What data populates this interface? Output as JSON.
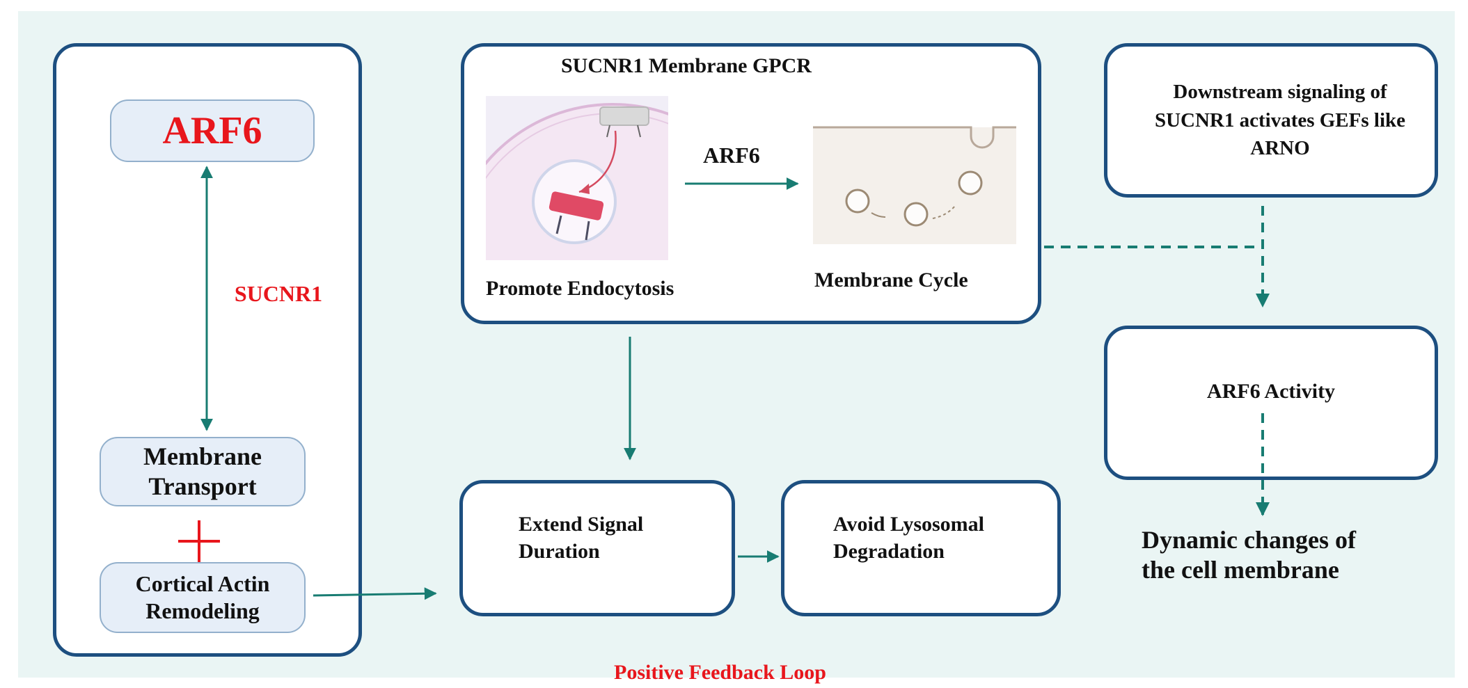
{
  "left_panel": {
    "arf6_label": "ARF6",
    "sucnr1_label": "SUCNR1",
    "membrane_transport_label": "Membrane Transport",
    "plus_symbol": "+",
    "cortical_actin_label": "Cortical Actin Remodeling"
  },
  "gpcr_panel": {
    "title": "SUCNR1 Membrane GPCR",
    "arrow_label": "ARF6",
    "endocytosis_caption": "Promote Endocytosis",
    "membrane_cycle_caption": "Membrane Cycle"
  },
  "downstream_box": {
    "text": "Downstream signaling of SUCNR1 activates GEFs like ARNO"
  },
  "arf6_activity_box": {
    "text": "ARF6 Activity"
  },
  "outcome_text": "Dynamic changes of the cell membrane",
  "extend_signal_box": {
    "text": "Extend Signal Duration"
  },
  "avoid_lysosomal_box": {
    "text": "Avoid Lysosomal Degradation"
  },
  "feedback_label": "Positive Feedback Loop",
  "colors": {
    "box_border": "#1d4f80",
    "arrow_teal": "#187c72",
    "accent_red": "#e8161c",
    "background": "#eaf5f4",
    "pill_fill": "#e6eef8"
  }
}
